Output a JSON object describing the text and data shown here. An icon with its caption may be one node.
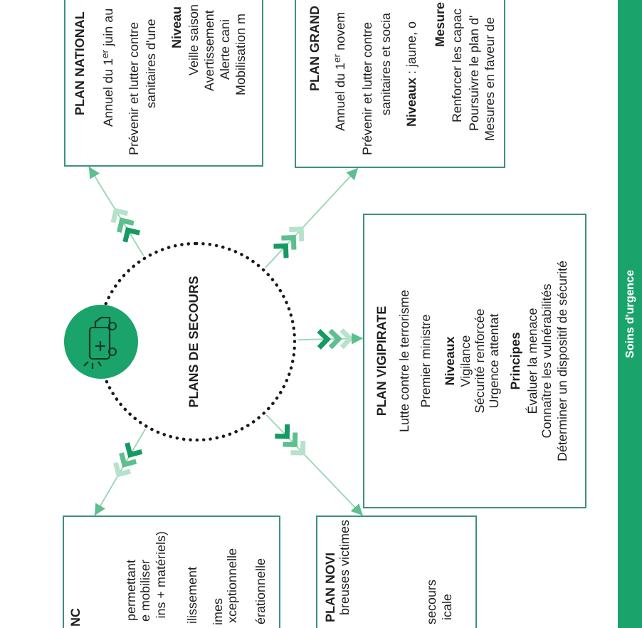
{
  "diagram": {
    "nodes": [
      {
        "text": [
          "NC",
          "permettant",
          "e mobiliser",
          "ins + matériels)",
          "ilissement",
          "imes",
          "xceptionnelle",
          "érationnelle"
        ]
      },
      {
        "text": [
          "PLAN NOVI",
          "breuses victimes",
          "secours",
          "icale"
        ]
      },
      {
        "text": [
          "PLANS DE SECOURS"
        ]
      },
      {
        "text": [
          "PLAN VIGIPIRATE",
          "Lutte contre le terrorisme",
          "Premier ministre",
          "Niveaux",
          "Vigilance",
          "Sécurité renforcée",
          "Urgence attentat",
          "Principes",
          "Évaluer la menace",
          "Connaître les vulnérabilités",
          "Déterminer un dispositif de sécurité"
        ]
      },
      {
        "text": [
          "PLAN NATIONAL",
          "Annuel du 1$^{er}$ juin au",
          "Prévenir et lutter contre",
          "sanitaires d'une",
          "Niveau",
          "Veille saison",
          "Avertissement",
          "Alerte cani",
          "Mobilisation m"
        ]
      },
      {
        "text": [
          "PLAN GRAND",
          "Annuel du 1$^{er}$ novem",
          "Prévenir et lutter contre",
          "sanitaires et socia",
          "**Niveaux** : jaune, o",
          "Mesure",
          "Renforcer les capac",
          "Poursuivre le plan d'",
          "Mesures en faveur de"
        ]
      },
      {
        "text": [
          "Soins d'urgence"
        ]
      }
    ],
    "edges": [
      {
        "from": 2,
        "to": 4,
        "arrow": "to"
      },
      {
        "from": 2,
        "to": 5,
        "arrow": "to"
      },
      {
        "from": 2,
        "to": 3,
        "arrow": "to"
      },
      {
        "from": 2,
        "to": 1,
        "arrow": "to"
      },
      {
        "from": 2,
        "to": 0,
        "arrow": "to"
      }
    ]
  }
}
